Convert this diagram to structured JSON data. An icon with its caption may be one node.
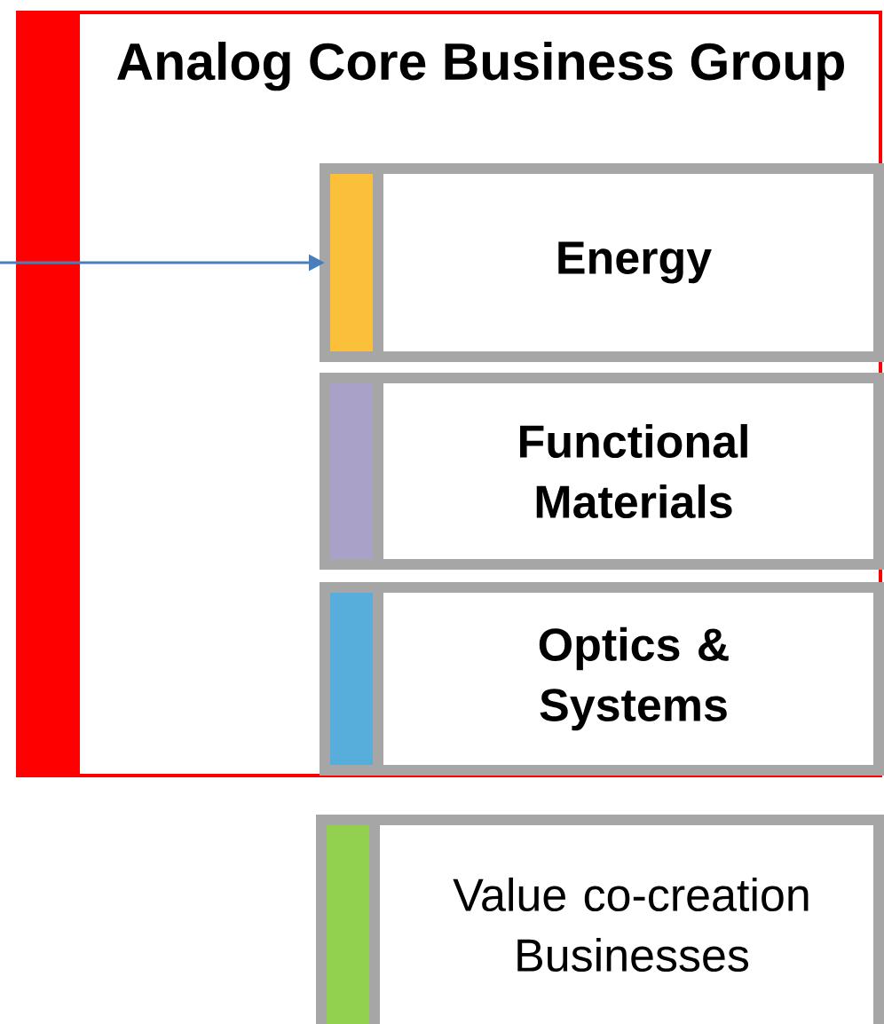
{
  "diagram": {
    "nodes": [
      {
        "text": [
          "Analog Core Business Group"
        ]
      },
      {
        "text": [
          "Energy"
        ],
        "in": 0
      },
      {
        "text": [
          "Functional Materials"
        ],
        "in": 0
      },
      {
        "text": [
          "Optics & Systems"
        ],
        "in": 0
      },
      {
        "text": [
          "Value co-creation Businesses"
        ]
      }
    ],
    "edges": [
      {
        "from": null,
        "to": 1,
        "arrow": "to"
      }
    ]
  }
}
